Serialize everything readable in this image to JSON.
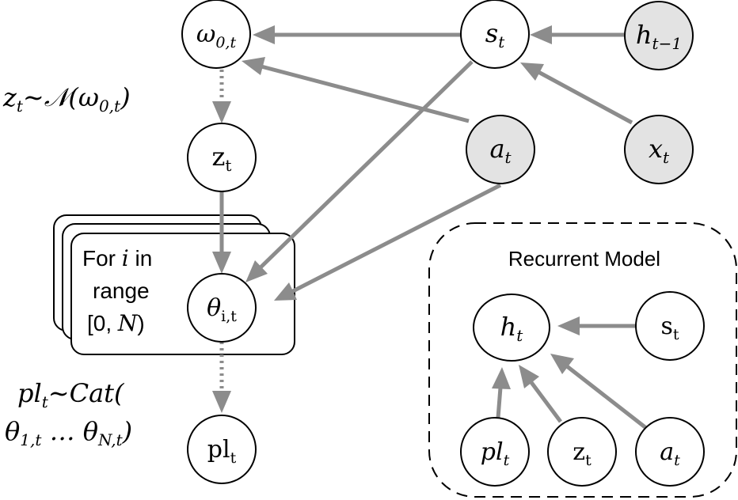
{
  "nodes": {
    "omega": {
      "base": "ω",
      "sub": "0,t"
    },
    "s": {
      "base": "s",
      "sub": "t"
    },
    "h_prev": {
      "base": "h",
      "sub": "t−1"
    },
    "z": {
      "base": "z",
      "sub": "t"
    },
    "a": {
      "base": "a",
      "sub": "t"
    },
    "x": {
      "base": "x",
      "sub": "t"
    },
    "theta": {
      "base": "θ",
      "sub": "i,t"
    },
    "pl": {
      "base": "pl",
      "sub": "t"
    }
  },
  "equations": {
    "z_dist": {
      "main": "z",
      "sub": "t",
      "rest": "∼𝒩(ω",
      "sub2": "0,t",
      "close": ")"
    },
    "pl_line1": {
      "main": "pl",
      "sub": "t",
      "rest": "∼Cat("
    },
    "pl_line2": {
      "a": "θ",
      "a_sub": "1,t",
      "mid": " … θ",
      "b_sub": "N,t",
      "close": ")"
    }
  },
  "plate": {
    "line1_prefix": "For ",
    "line1_var": "i",
    "line1_suffix": " in",
    "line2": "range",
    "line3_prefix": "[0, ",
    "line3_var": "N",
    "line3_suffix": ")"
  },
  "recurrent_model": {
    "title": "Recurrent Model",
    "nodes": {
      "h": {
        "base": "h",
        "sub": "t"
      },
      "s": {
        "base": "s",
        "sub": "t"
      },
      "pl": {
        "base": "pl",
        "sub": "t"
      },
      "z": {
        "base": "z",
        "sub": "t"
      },
      "a": {
        "base": "a",
        "sub": "t"
      }
    }
  },
  "colors": {
    "edge": "#8c8c8c",
    "observed_fill": "#e3e3e3"
  }
}
